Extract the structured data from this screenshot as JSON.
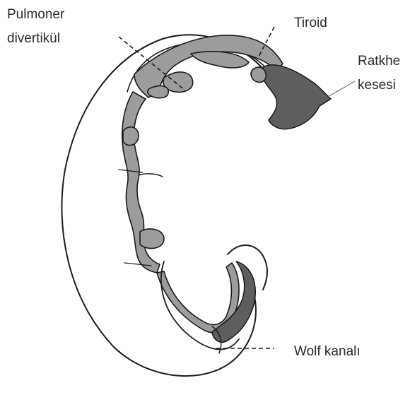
{
  "labels": {
    "pulmoner_line1": "Pulmoner",
    "pulmoner_line2": "divertikül",
    "tiroid": "Tiroid",
    "ratkhe_line1": "Ratkhe",
    "ratkhe_line2": "kesesi",
    "wolf": "Wolf kanalı"
  },
  "colors": {
    "ink": "#1c1c1c",
    "tissue": "#9c9c9c",
    "tissue_dark": "#5e5e5e",
    "label_text": "#2a2a2a"
  }
}
